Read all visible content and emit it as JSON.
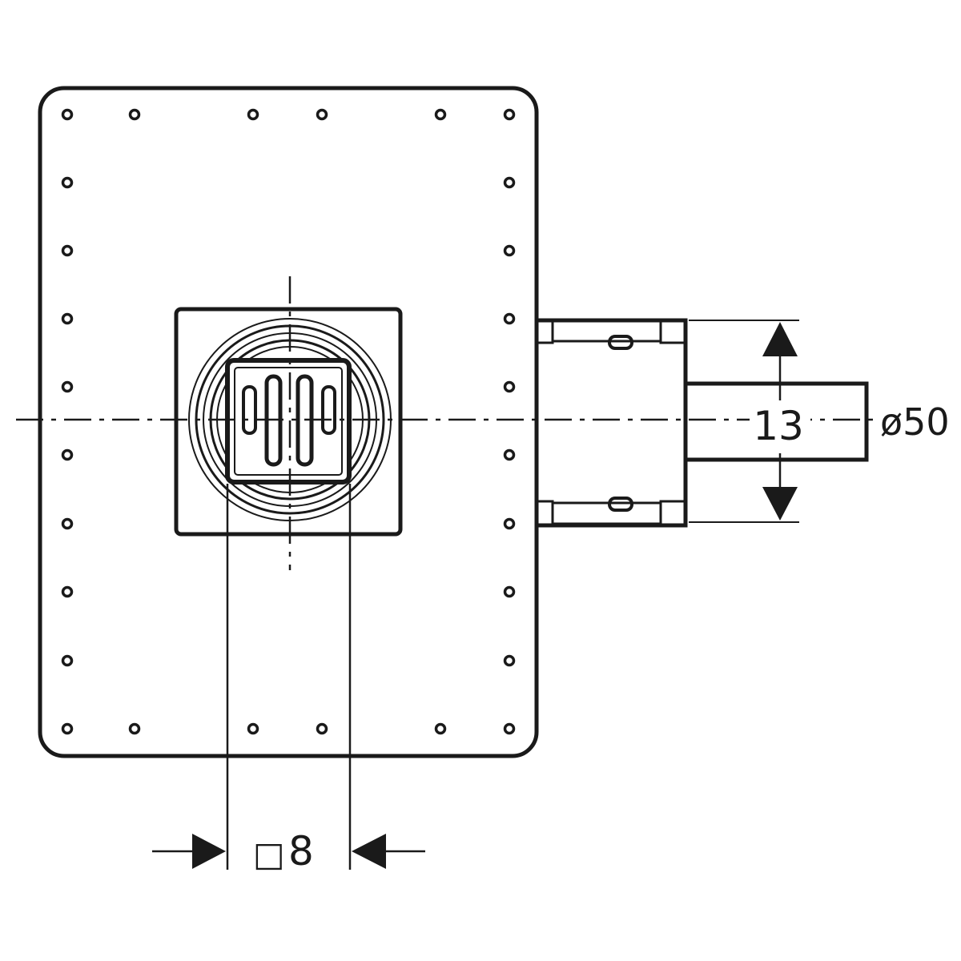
{
  "dimensions": {
    "connector_height": "13",
    "pipe_diameter": "ø50",
    "square_symbol": "□",
    "grate_size": "8"
  },
  "colors": {
    "line": "#1a1a1a",
    "background": "#ffffff"
  }
}
